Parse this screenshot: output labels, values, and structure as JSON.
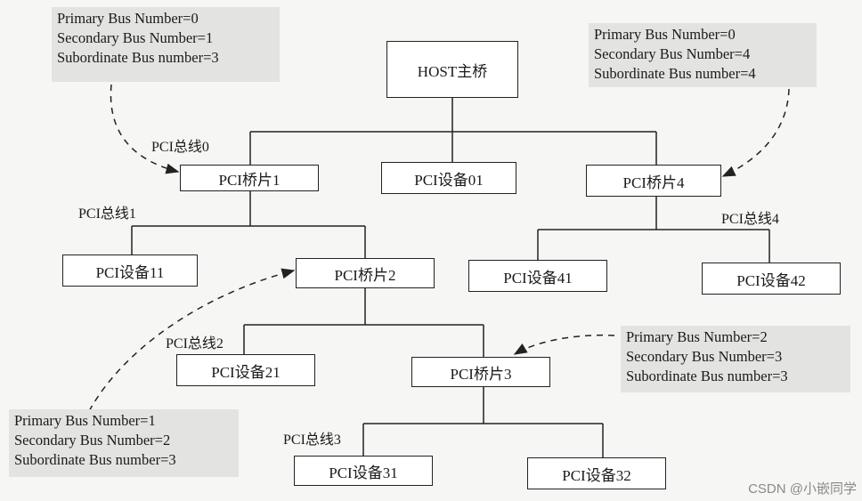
{
  "nodes": {
    "host": "HOST主桥",
    "bridge1": "PCI桥片1",
    "dev01": "PCI设备01",
    "bridge4": "PCI桥片4",
    "dev11": "PCI设备11",
    "bridge2": "PCI桥片2",
    "dev41": "PCI设备41",
    "dev42": "PCI设备42",
    "dev21": "PCI设备21",
    "bridge3": "PCI桥片3",
    "dev31": "PCI设备31",
    "dev32": "PCI设备32"
  },
  "buses": {
    "bus0": "PCI总线0",
    "bus1": "PCI总线1",
    "bus2": "PCI总线2",
    "bus3": "PCI总线3",
    "bus4": "PCI总线4"
  },
  "notes": {
    "bridge1": {
      "primary": "Primary Bus Number=0",
      "secondary": "Secondary Bus Number=1",
      "subordinate": "Subordinate Bus number=3"
    },
    "bridge4": {
      "primary": "Primary Bus Number=0",
      "secondary": "Secondary Bus Number=4",
      "subordinate": "Subordinate Bus number=4"
    },
    "bridge3": {
      "primary": "Primary Bus Number=2",
      "secondary": "Secondary Bus Number=3",
      "subordinate": "Subordinate Bus number=3"
    },
    "bridge2": {
      "primary": "Primary Bus Number=1",
      "secondary": "Secondary Bus Number=2",
      "subordinate": "Subordinate Bus number=3"
    }
  },
  "watermark": "CSDN @小嵌同学"
}
